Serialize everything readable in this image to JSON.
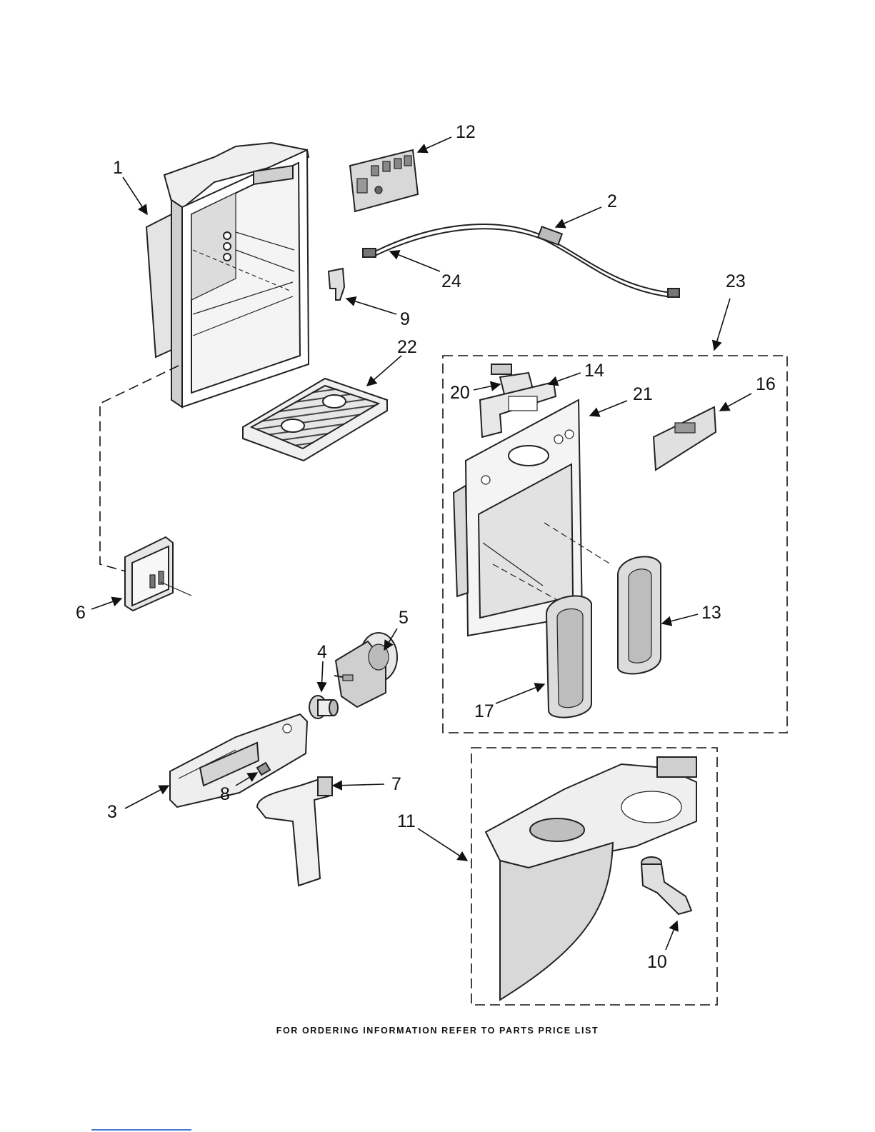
{
  "footer_text": "FOR ORDERING INFORMATION REFER TO PARTS PRICE LIST",
  "callouts": {
    "c1": "1",
    "c2": "2",
    "c3": "3",
    "c4": "4",
    "c5": "5",
    "c6": "6",
    "c7": "7",
    "c8": "8",
    "c9": "9",
    "c10": "10",
    "c11": "11",
    "c12": "12",
    "c13": "13",
    "c14": "14",
    "c16": "16",
    "c17": "17",
    "c20": "20",
    "c21": "21",
    "c22": "22",
    "c23": "23",
    "c24": "24"
  },
  "colors": {
    "line": "#222222",
    "fill": "#ffffff",
    "shade": "#d9d9d9",
    "dark": "#555555"
  }
}
